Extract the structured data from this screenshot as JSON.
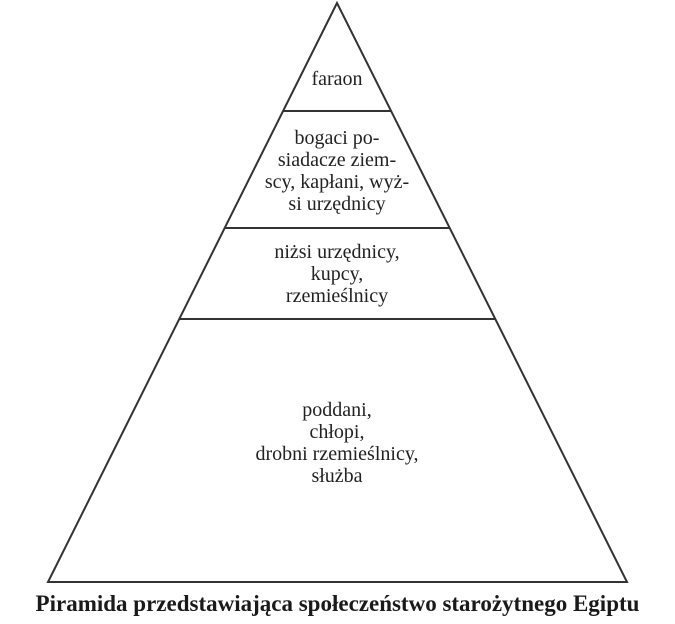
{
  "diagram": {
    "type": "pyramid",
    "line_color": "#333333",
    "levels": [
      {
        "id": "level-1",
        "lines": [
          "faraon"
        ]
      },
      {
        "id": "level-2",
        "lines": [
          "bogaci po-",
          "siadacze ziem-",
          "scy, kapłani, wyż-",
          "si urzędnicy"
        ]
      },
      {
        "id": "level-3",
        "lines": [
          "niżsi urzędnicy,",
          "kupcy,",
          "rzemieślnicy"
        ]
      },
      {
        "id": "level-4",
        "lines": [
          "poddani,",
          "chłopi,",
          "drobni rzemieślnicy,",
          "służba"
        ]
      }
    ],
    "caption": "Piramida przedstawiająca społeczeństwo starożytnego Egiptu"
  }
}
